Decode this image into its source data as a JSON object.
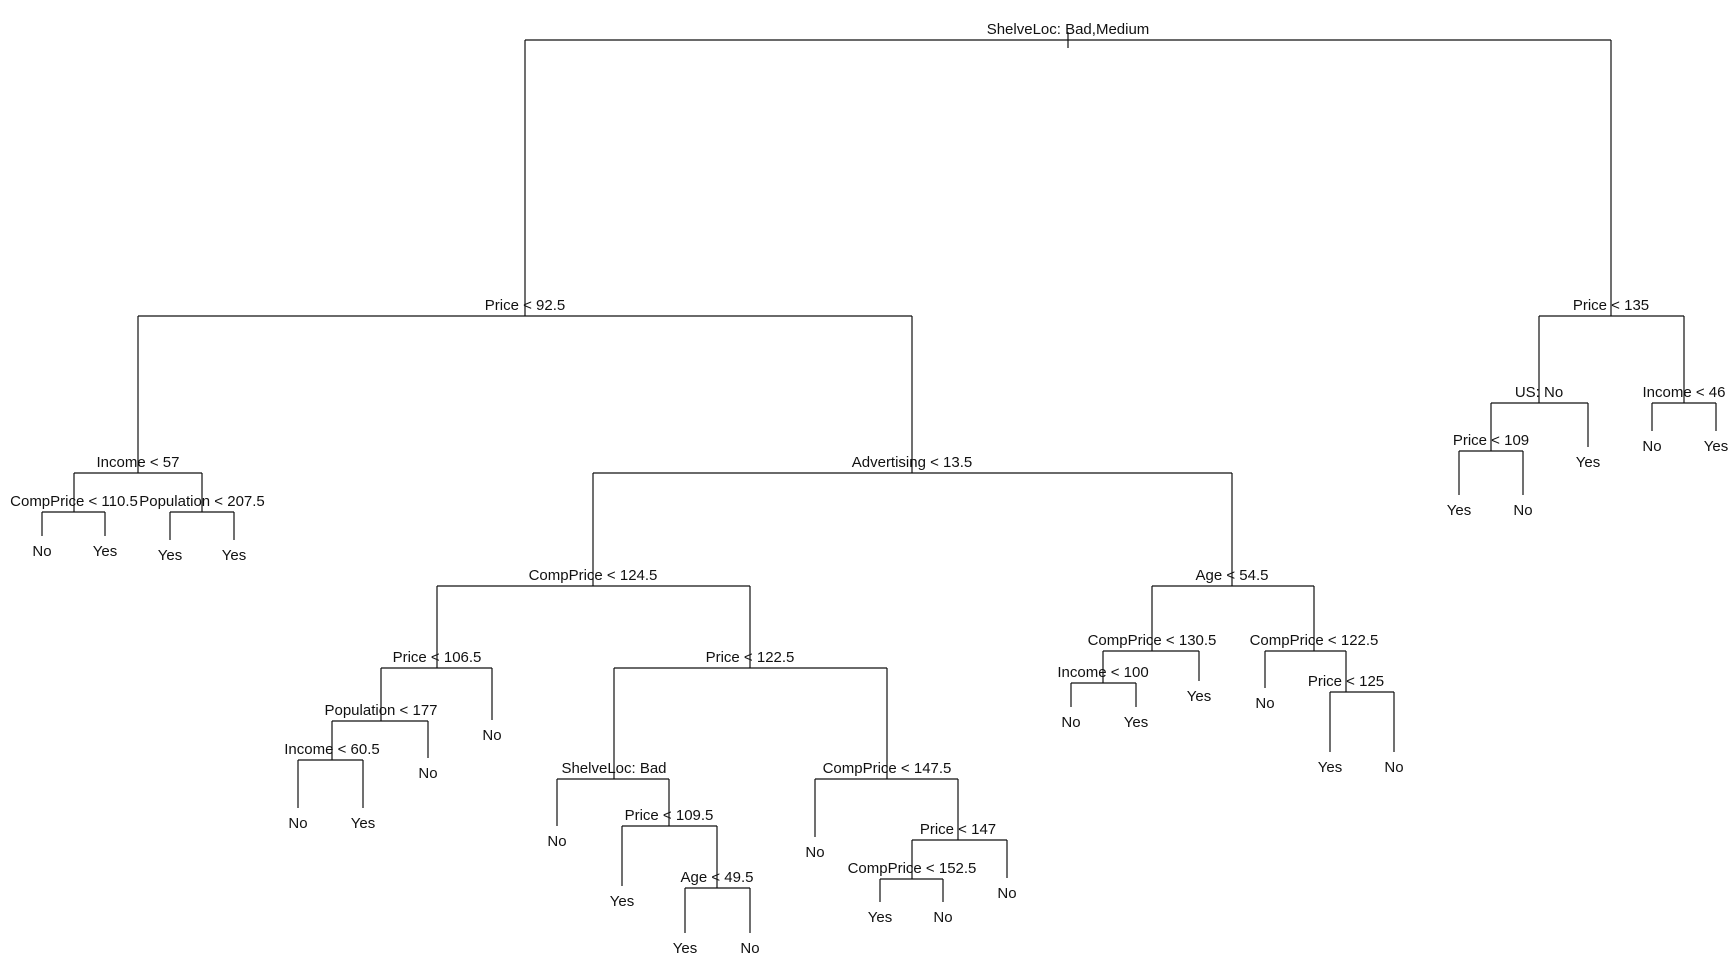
{
  "tree": {
    "label": "ShelveLoc: Bad,Medium",
    "left": {
      "label": "Price < 92.5",
      "left": {
        "label": "Income < 57",
        "left": {
          "label": "CompPrice < 110.5",
          "left": {
            "label": "No"
          },
          "right": {
            "label": "Yes"
          }
        },
        "right": {
          "label": "Population < 207.5",
          "left": {
            "label": "Yes"
          },
          "right": {
            "label": "Yes"
          }
        }
      },
      "right": {
        "label": "Advertising < 13.5",
        "left": {
          "label": "CompPrice < 124.5",
          "left": {
            "label": "Price < 106.5",
            "left": {
              "label": "Population < 177",
              "left": {
                "label": "Income < 60.5",
                "left": {
                  "label": "No"
                },
                "right": {
                  "label": "Yes"
                }
              },
              "right": {
                "label": "No"
              }
            },
            "right": {
              "label": "No"
            }
          },
          "right": {
            "label": "Price < 122.5",
            "left": {
              "label": "ShelveLoc: Bad",
              "left": {
                "label": "No"
              },
              "right": {
                "label": "Price < 109.5",
                "left": {
                  "label": "Yes"
                },
                "right": {
                  "label": "Age < 49.5",
                  "left": {
                    "label": "Yes"
                  },
                  "right": {
                    "label": "No"
                  }
                }
              }
            },
            "right": {
              "label": "CompPrice < 147.5",
              "left": {
                "label": "No"
              },
              "right": {
                "label": "Price < 147",
                "left": {
                  "label": "CompPrice < 152.5",
                  "left": {
                    "label": "Yes"
                  },
                  "right": {
                    "label": "No"
                  }
                },
                "right": {
                  "label": "No"
                }
              }
            }
          }
        },
        "right": {
          "label": "Age < 54.5",
          "left": {
            "label": "CompPrice < 130.5",
            "left": {
              "label": "Income < 100",
              "left": {
                "label": "No"
              },
              "right": {
                "label": "Yes"
              }
            },
            "right": {
              "label": "Yes"
            }
          },
          "right": {
            "label": "CompPrice < 122.5",
            "left": {
              "label": "No"
            },
            "right": {
              "label": "Price < 125",
              "left": {
                "label": "Yes"
              },
              "right": {
                "label": "No"
              }
            }
          }
        }
      }
    },
    "right": {
      "label": "Price < 135",
      "left": {
        "label": "US: No",
        "left": {
          "label": "Price < 109",
          "left": {
            "label": "Yes"
          },
          "right": {
            "label": "No"
          }
        },
        "right": {
          "label": "Yes"
        }
      },
      "right": {
        "label": "Income < 46",
        "left": {
          "label": "No"
        },
        "right": {
          "label": "Yes"
        }
      }
    }
  }
}
